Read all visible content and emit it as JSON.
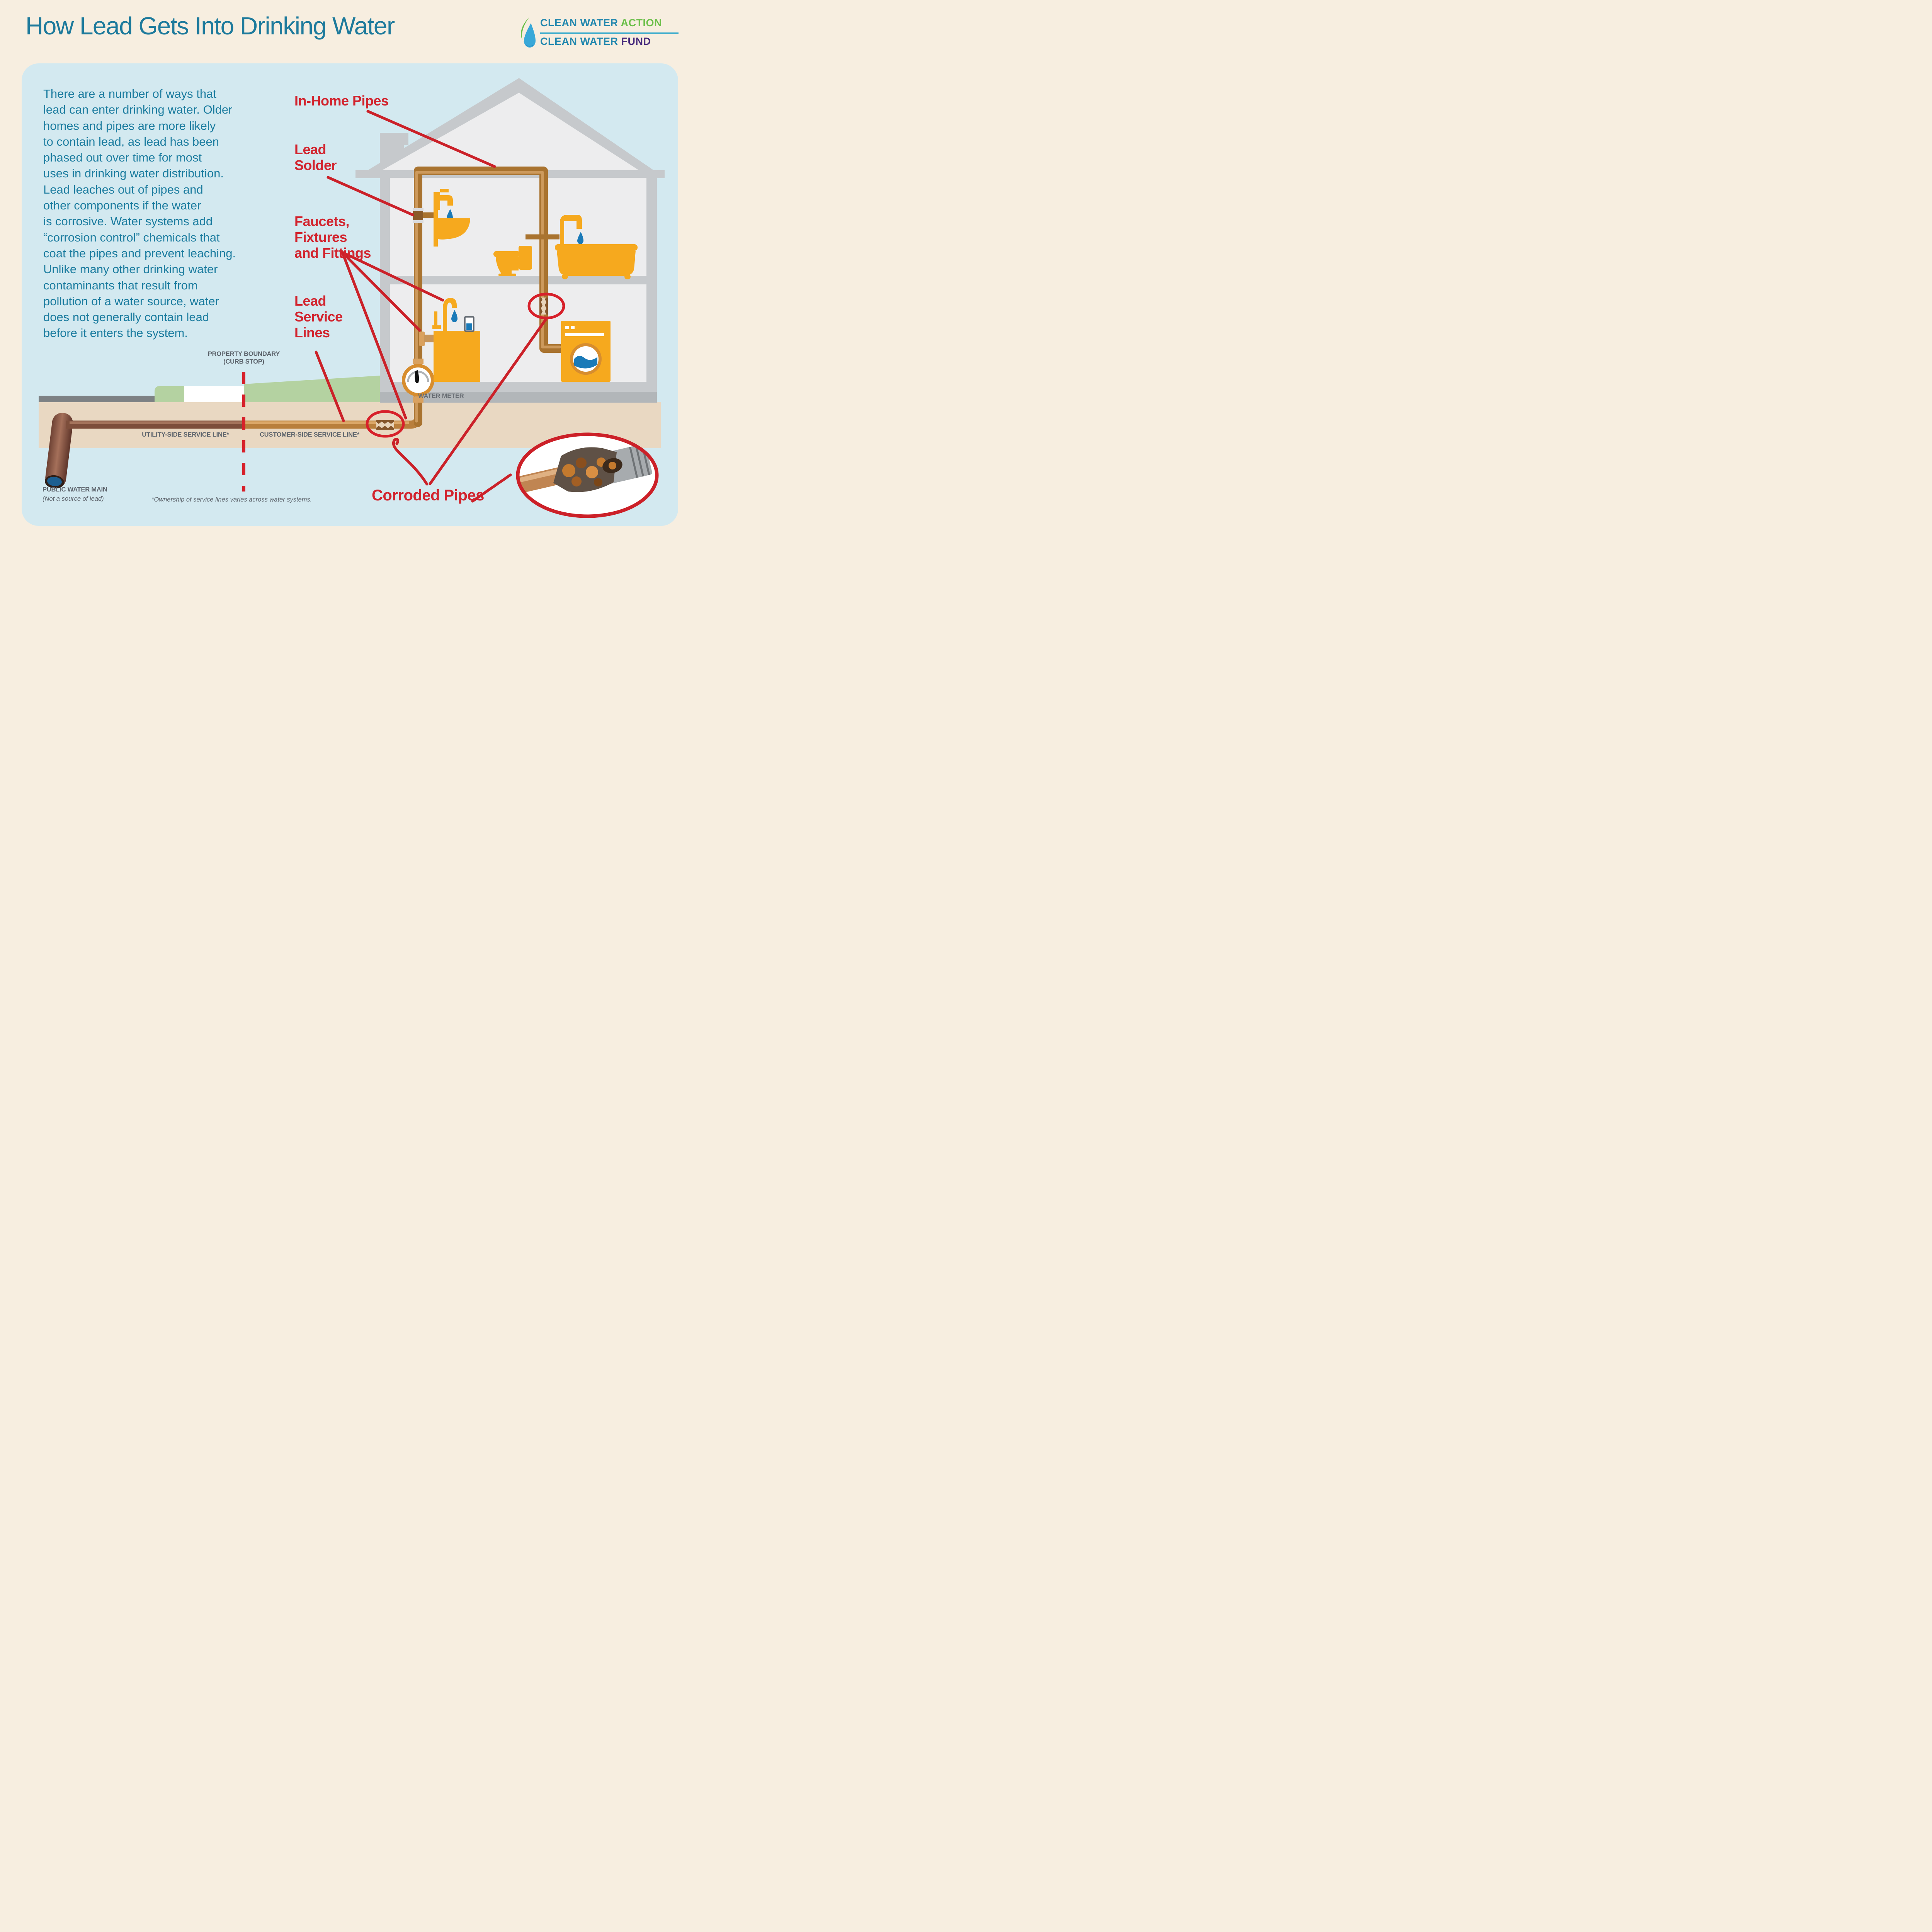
{
  "title": "How Lead Gets Into Drinking Water",
  "logo": {
    "line1_main": "CLEAN WATER",
    "line1_accent": "ACTION",
    "line2_main": "CLEAN WATER",
    "line2_accent": "FUND",
    "icon": "water-drop-icon"
  },
  "intro_lines": [
    "There are a number of ways that",
    "lead can enter drinking water. Older",
    "homes and pipes are more likely",
    "to contain lead, as lead has been",
    "phased out over time for most",
    "uses in drinking water distribution.",
    "Lead leaches out of pipes and",
    "other components if the water",
    "is corrosive. Water systems add",
    "“corrosion control” chemicals that",
    "coat the pipes and prevent leaching.",
    "Unlike many other drinking water",
    "contaminants that result from",
    "pollution of a water source, water",
    "does not generally contain lead",
    "before it enters the system."
  ],
  "callouts": {
    "in_home_pipes": "In-Home Pipes",
    "lead_solder": [
      "Lead",
      "Solder"
    ],
    "faucets": [
      "Faucets,",
      "Fixtures",
      "and Fittings"
    ],
    "lead_service_lines": [
      "Lead",
      "Service",
      "Lines"
    ],
    "corroded_pipes": "Corroded Pipes"
  },
  "ground_labels": {
    "property_boundary_line1": "PROPERTY BOUNDARY",
    "property_boundary_line2": "(CURB STOP)",
    "water_meter": "WATER METER",
    "utility_side": "UTILITY-SIDE SERVICE LINE*",
    "customer_side": "CUSTOMER-SIDE SERVICE LINE*",
    "public_water_main": "PUBLIC WATER MAIN",
    "public_water_main_note": "(Not a source of lead)",
    "footnote": "*Ownership of service lines varies across water systems."
  },
  "colors": {
    "background_cream": "#f7eee0",
    "panel_blue": "#d3e9f0",
    "title_teal": "#1d7a9c",
    "body_teal": "#1b7c9f",
    "callout_red": "#d2232d",
    "leader_red": "#cb2129",
    "gray_text": "#5d646c",
    "house_gray": "#c6c9cc",
    "house_interior": "#ededee",
    "soil_tan": "#e9d8c2",
    "road_gray": "#7d8184",
    "grass_green": "#b4d2a1",
    "fixture_yellow": "#f6a91e",
    "meter_ring_orange": "#d78d2e",
    "water_blue": "#1a7ab8",
    "copper": "#a9732f",
    "utility_pipe_brown": "#7d4e3b",
    "customer_pipe_gold": "#b97f3c",
    "logo_green": "#6bbf4a",
    "logo_purple": "#45297c",
    "logo_teal": "#2187ae"
  }
}
